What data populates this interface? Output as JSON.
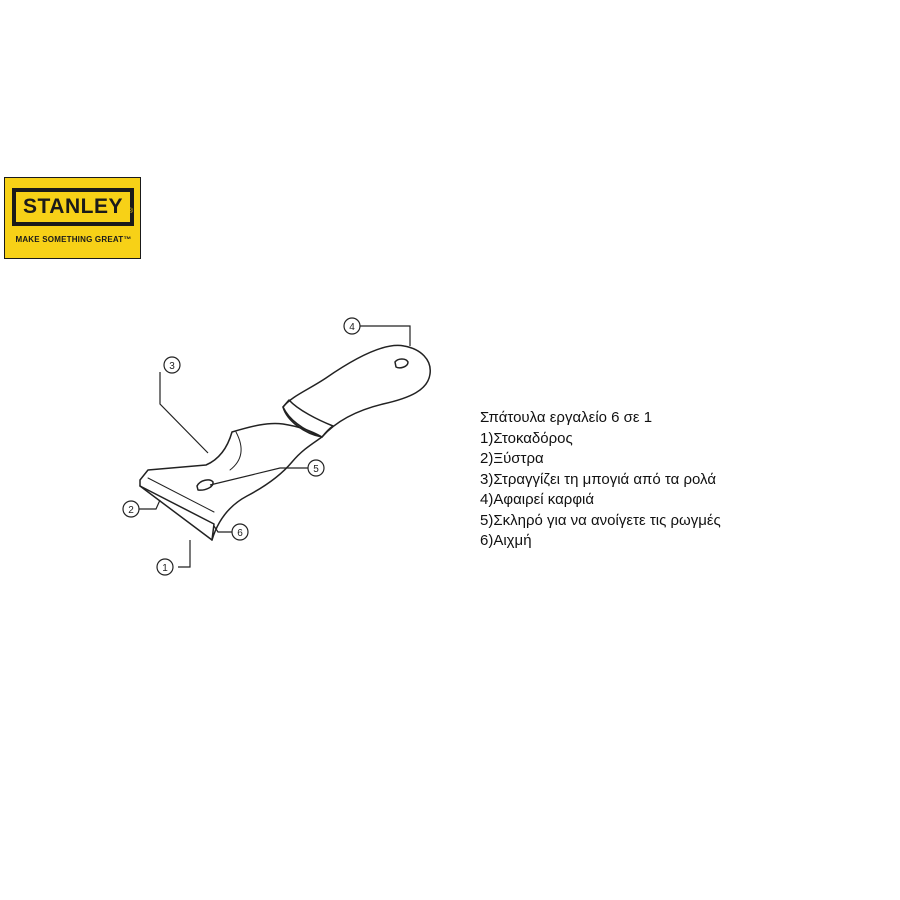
{
  "logo": {
    "brand": "STANLEY",
    "registered_mark": "®",
    "tagline": "MAKE SOMETHING GREAT™",
    "background_color": "#f7d117",
    "ink_color": "#1a1a1a"
  },
  "diagram": {
    "callouts": [
      {
        "number": "1"
      },
      {
        "number": "2"
      },
      {
        "number": "3"
      },
      {
        "number": "4"
      },
      {
        "number": "5"
      },
      {
        "number": "6"
      }
    ]
  },
  "legend": {
    "title": "Σπάτουλα εργαλείο 6 σε 1",
    "items": [
      "1)Στοκαδόρος",
      "2)Ξύστρα",
      "3)Στραγγίζει τη μπογιά από τα ρολά",
      "4)Αφαιρεί καρφιά",
      "5)Σκληρό για να ανοίγετε τις ρωγμές",
      "6)Αιχμή"
    ]
  }
}
